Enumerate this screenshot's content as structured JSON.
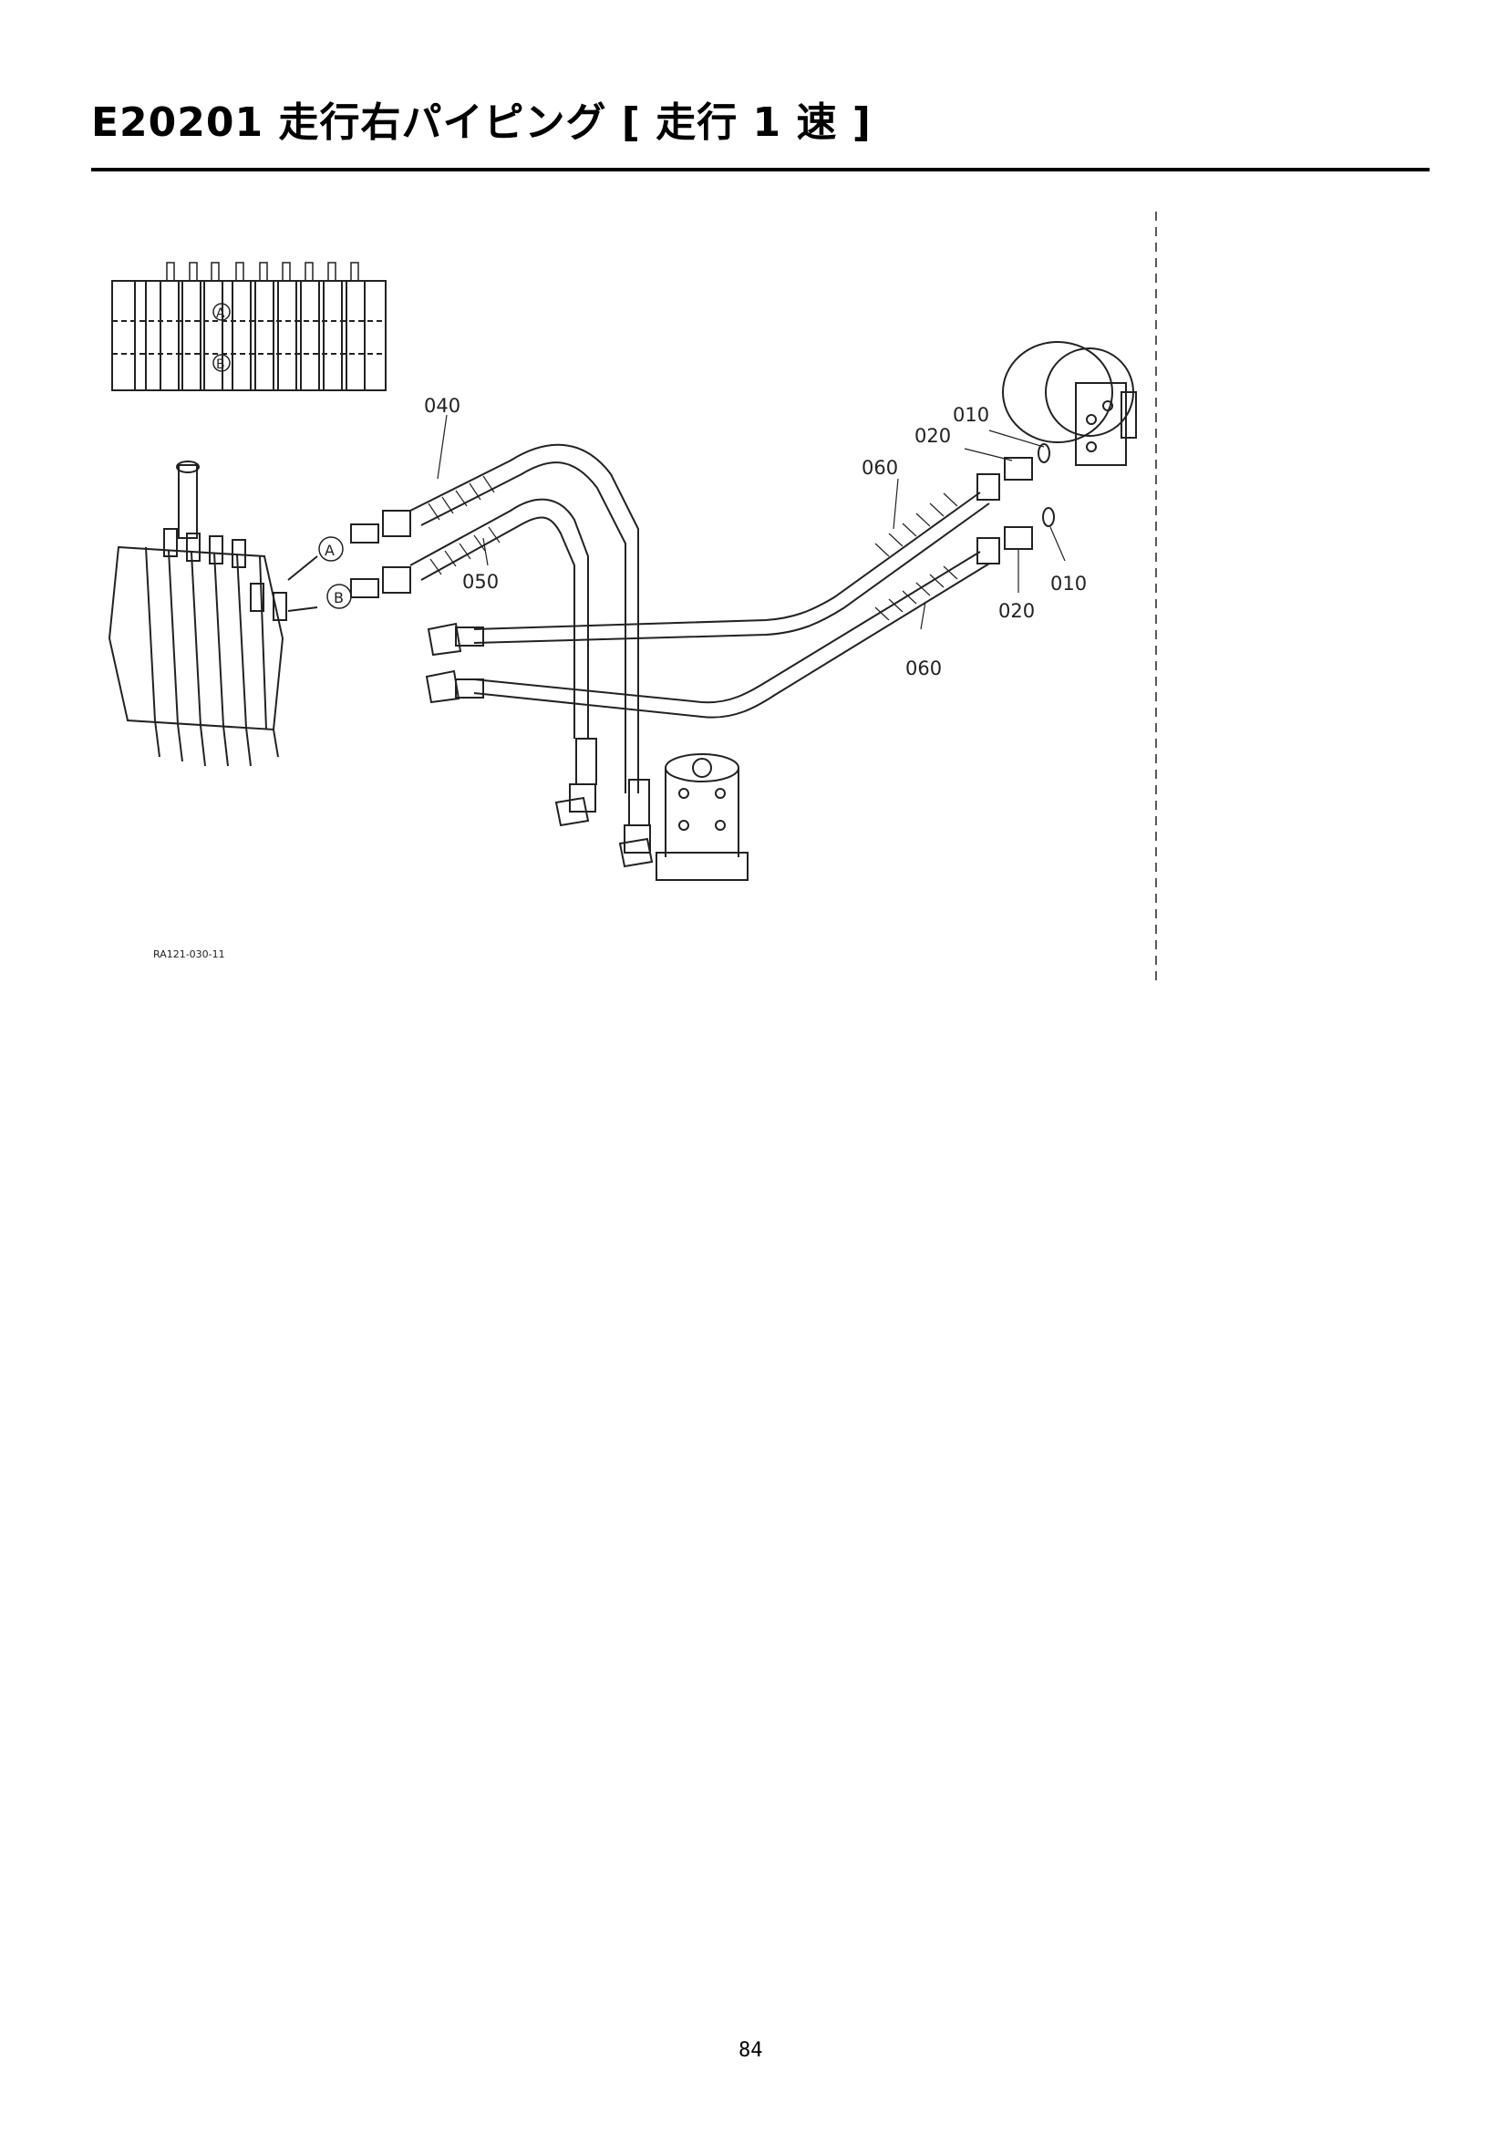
{
  "header": {
    "title": "E20201 走行右パイピング [ 走行 1 速 ]"
  },
  "diagram": {
    "figure_code": "RA121-030-11",
    "callouts": {
      "p040": "040",
      "p050": "050",
      "p060_upper": "060",
      "p060_lower": "060",
      "p010_upper": "010",
      "p010_lower": "010",
      "p020_upper": "020",
      "p020_lower": "020",
      "port_a": "A",
      "port_b": "B",
      "inset_a": "A",
      "inset_b": "B"
    }
  },
  "footer": {
    "page_number": "84"
  }
}
